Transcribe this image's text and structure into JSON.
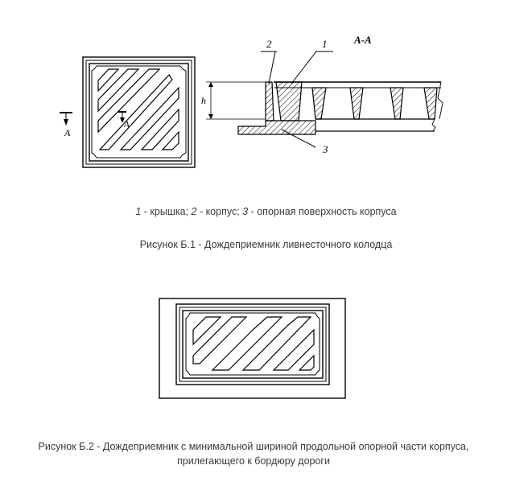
{
  "figure1": {
    "section_label": "A-A",
    "callout_1": "1",
    "callout_2": "2",
    "callout_3": "3",
    "dim_h": "h",
    "cut_mark_outer": "A",
    "cut_mark_inner": "A"
  },
  "legend": {
    "n1": "1",
    "t1": " - крышка; ",
    "n2": "2",
    "t2": " - корпус; ",
    "n3": "3",
    "t3": " - опорная поверхность корпуса"
  },
  "caption1": "Рисунок Б.1 - Дождеприемник ливнесточного колодца",
  "caption2_line1": "Рисунок Б.2 - Дождеприемник с минимальной шириной продольной опорной части корпуса,",
  "caption2_line2": "прилегающего к бордюру дороги"
}
